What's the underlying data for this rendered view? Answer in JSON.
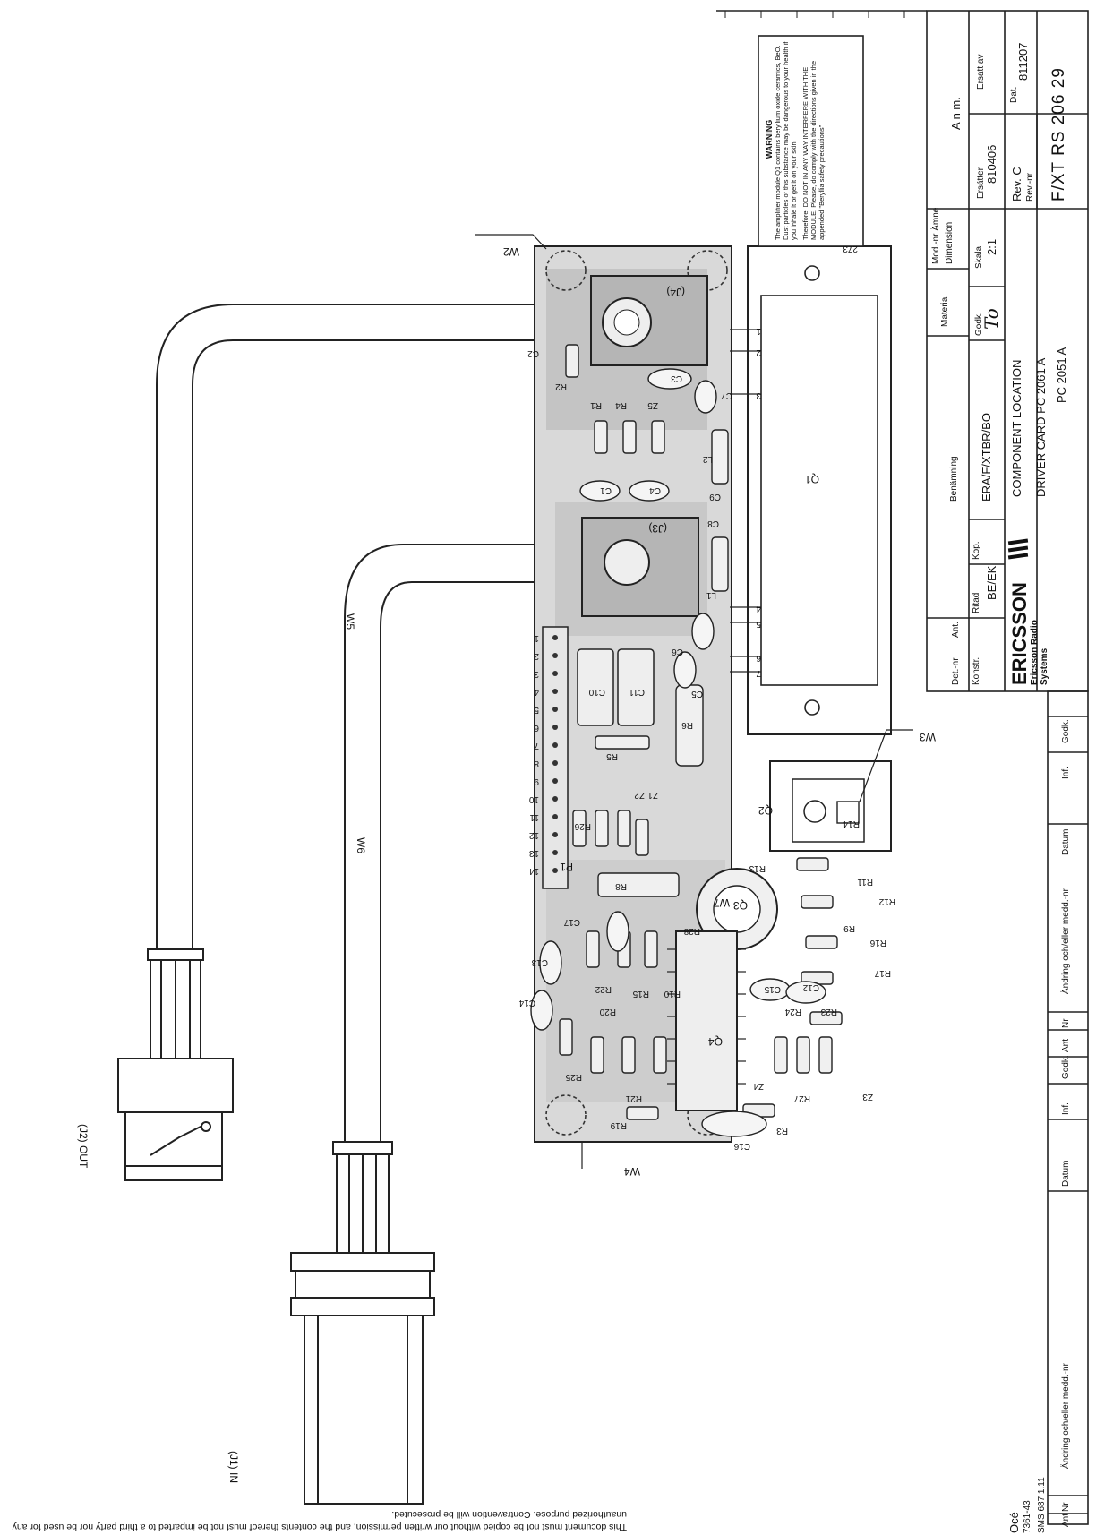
{
  "diagram": {
    "connectors": {
      "j1": "(J1)",
      "j1_sub": "IN",
      "j2": "(J2)",
      "j2_sub": "OUT"
    },
    "wires": [
      "W2",
      "W3",
      "W4",
      "W5",
      "W6",
      "W7"
    ],
    "jacks": [
      "(J4)",
      "(J3)"
    ],
    "components": {
      "q1": "Q1",
      "q2": "Q2",
      "q3": "Q3",
      "q4": "Q4",
      "capacitors": [
        "C2",
        "C3",
        "C1",
        "C4",
        "C5",
        "C6",
        "C7",
        "C8",
        "C9",
        "C10",
        "C11",
        "C12",
        "C13",
        "C14",
        "C15",
        "C16",
        "C17"
      ],
      "resistors": [
        "R1",
        "R2",
        "R3",
        "R4",
        "R5",
        "R6",
        "R8",
        "R9",
        "R10",
        "R11",
        "R12",
        "R13",
        "R14",
        "R15",
        "R16",
        "R17",
        "R19",
        "R20",
        "R21",
        "R22",
        "R23",
        "R24",
        "R25",
        "R26",
        "R27",
        "R28",
        "R3"
      ],
      "zeners": [
        "Z1",
        "Z2",
        "Z3",
        "Z4",
        "Z5"
      ],
      "inductors": [
        "L1",
        "L2"
      ],
      "pot": "P1",
      "pins_q1": [
        "1",
        "2",
        "3",
        "4",
        "5",
        "6",
        "7"
      ],
      "strip_pins": [
        "1",
        "2",
        "3",
        "4",
        "5",
        "6",
        "7",
        "8",
        "9",
        "10",
        "11",
        "12",
        "13",
        "14"
      ]
    }
  },
  "warning": {
    "title": "WARNING",
    "body": "The amplifier module Q1 contains beryllium oxide ceramics, BeO. Dust particles of this substance may be dangerous to your health if you inhale it or get it on your skin.",
    "body2": "Therefore, DO NOT IN ANY WAY INTERFERE WITH THE MODULE. Please, do comply with the directions given in the appended \"Beryllia safety precautions\".",
    "code": "273"
  },
  "title_block": {
    "anm": "A n m.",
    "ersatter_label": "Ersätter",
    "ersatter": "810406",
    "ersatt_av_label": "Ersatt av",
    "dat_label": "Dat.",
    "dat": "811207",
    "rev": "Rev. C",
    "rev_nr_label": "Rev.-nr",
    "doc_no": "F/XT  RS 206 29",
    "mod_nr": "Mod.-nr Ämne",
    "dimension": "Dimension",
    "skala_label": "Skala",
    "skala": "2:1",
    "material": "Material",
    "godk_label": "Godk.",
    "godk_sig": "To",
    "benamning": "Benämning",
    "benamning_value": "ERA/F/XTBR/BO",
    "title1": "COMPONENT LOCATION",
    "title2": "DRIVER CARD  PC 2061 A",
    "title3": "PC 2051 A",
    "det_nr": "Det.-nr",
    "ant": "Ant.",
    "konstr": "Konstr.",
    "ritad_label": "Ritad",
    "ritad": "BE/EK",
    "kop": "Kop.",
    "company": "ERICSSON",
    "company_sub": "Ericsson Radio Systems"
  },
  "revision_table": {
    "cols_right": [
      "Godk.",
      "Inf.",
      "Datum",
      "Ändring och/eller medd.-nr",
      "Nr",
      "Ant"
    ],
    "cols_left": [
      "Godk.",
      "Inf.",
      "Datum",
      "Ändring och/eller medd.-nr",
      "Nr",
      "Ant"
    ]
  },
  "footer": {
    "copyright": "This document must not be copied without our written permission, and the contents thereof must not be imparted to a third party nor be used for any unauthorized purpose. Contravention will be prosecuted.",
    "oce": "Océ",
    "oce_code": "7361-43",
    "form": "SMS 687 1.11"
  }
}
